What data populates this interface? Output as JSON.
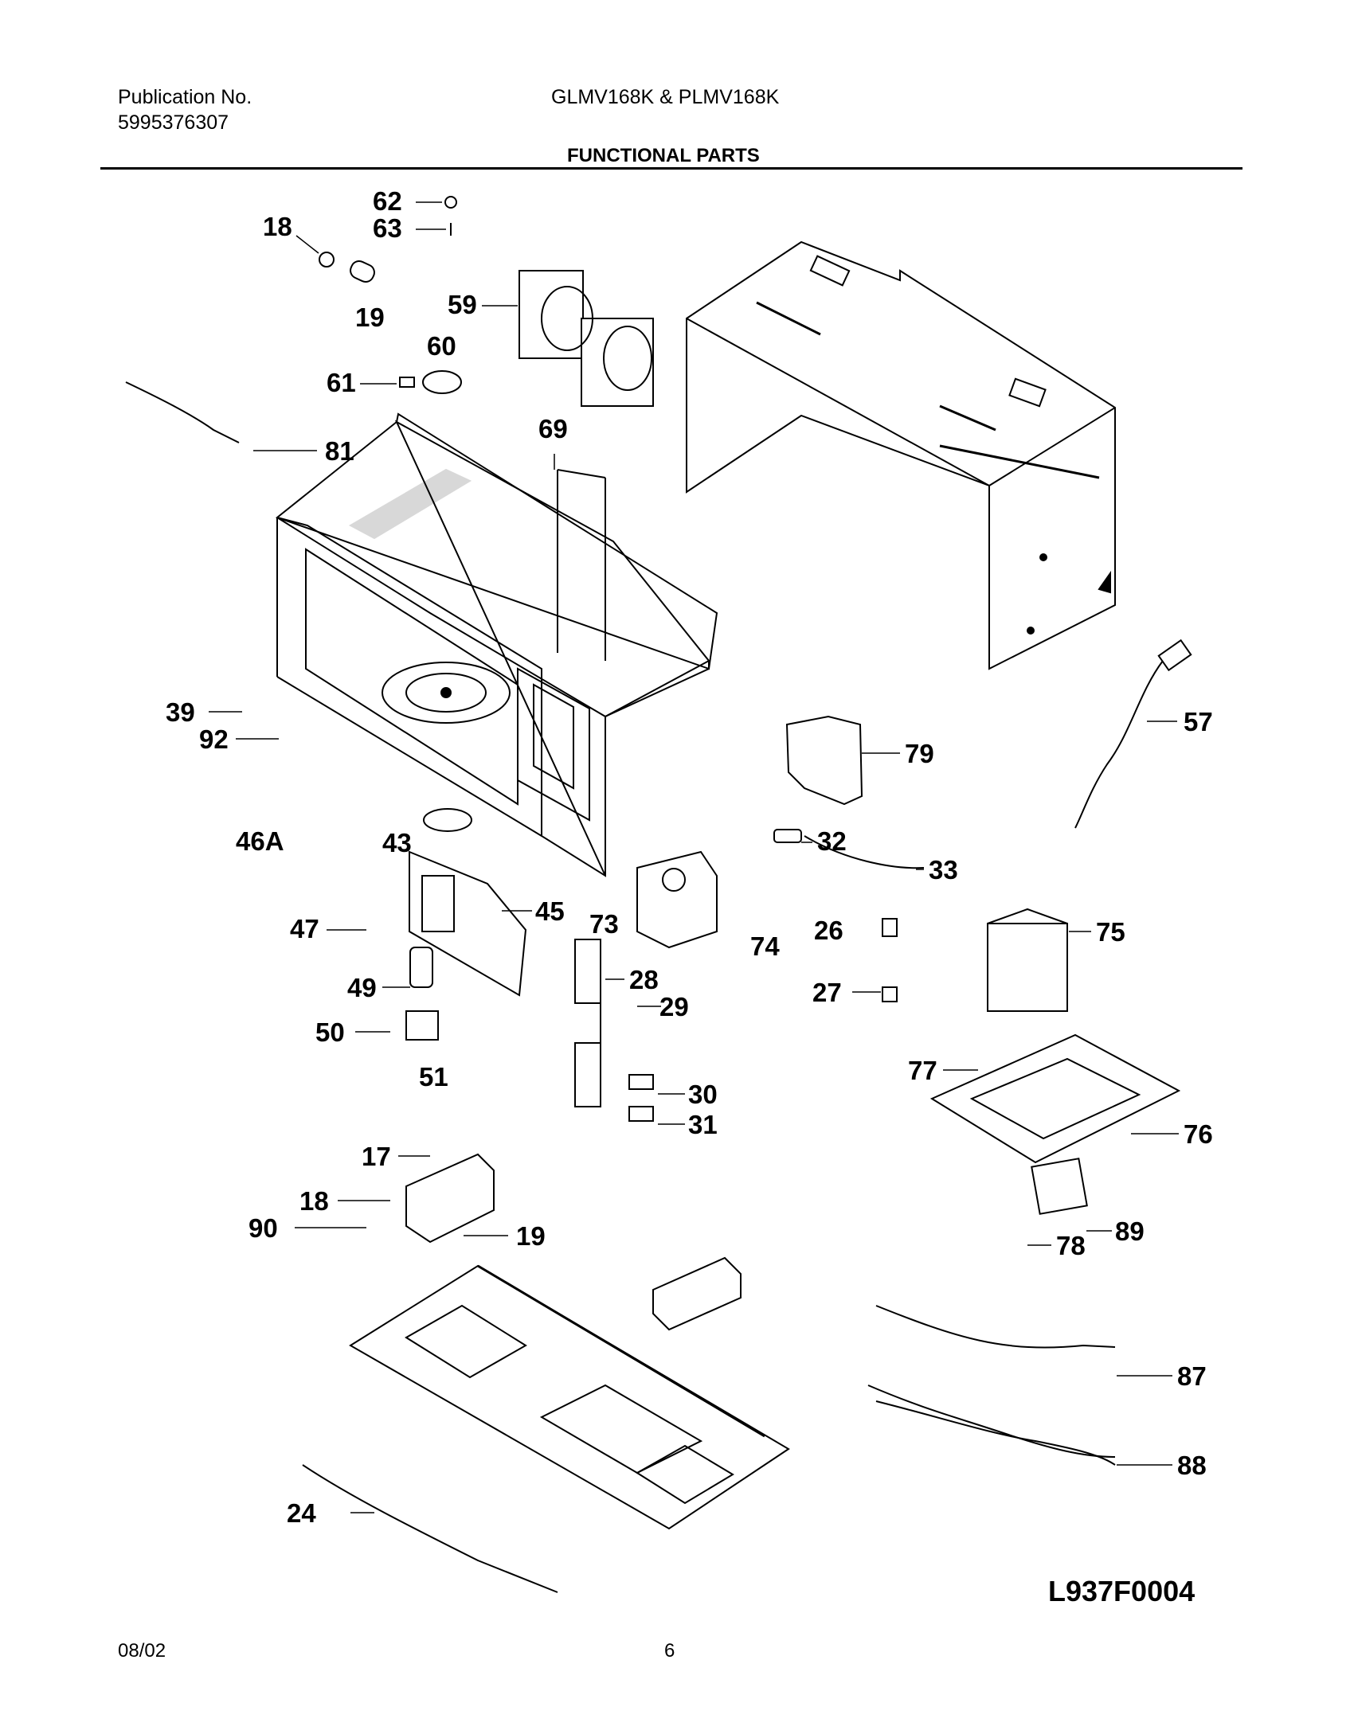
{
  "header": {
    "publication_label": "Publication No.",
    "publication_number": "5995376307",
    "models": "GLMV168K & PLMV168K",
    "section_title": "FUNCTIONAL PARTS"
  },
  "callouts": {
    "c62": "62",
    "c63": "63",
    "c18a": "18",
    "c19a": "19",
    "c59": "59",
    "c60": "60",
    "c61": "61",
    "c81": "81",
    "c69": "69",
    "c39": "39",
    "c92": "92",
    "c57": "57",
    "c79": "79",
    "c46a": "46A",
    "c43": "43",
    "c32": "32",
    "c33": "33",
    "c47": "47",
    "c45": "45",
    "c73": "73",
    "c74": "74",
    "c26": "26",
    "c75": "75",
    "c49": "49",
    "c28": "28",
    "c29": "29",
    "c27": "27",
    "c50": "50",
    "c51": "51",
    "c77": "77",
    "c30": "30",
    "c31": "31",
    "c76": "76",
    "c17": "17",
    "c18b": "18",
    "c90": "90",
    "c19b": "19",
    "c89": "89",
    "c78": "78",
    "c87": "87",
    "c88": "88",
    "c24": "24"
  },
  "footer": {
    "date": "08/02",
    "page": "6",
    "drawing_code": "L937F0004"
  }
}
